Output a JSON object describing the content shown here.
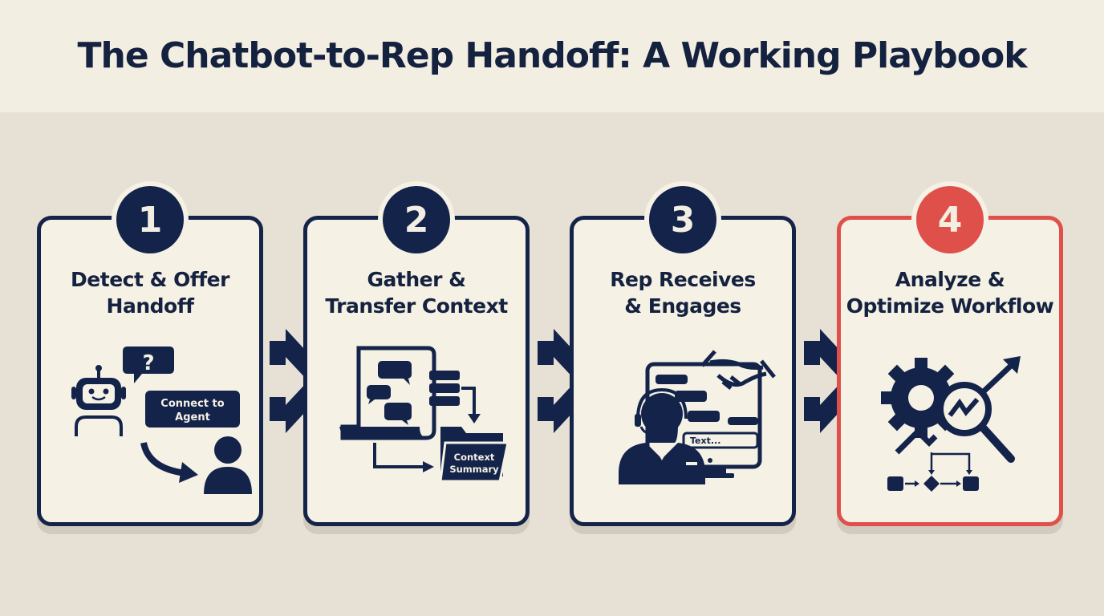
{
  "header": {
    "title": "The Chatbot-to-Rep Handoff: A Working Playbook"
  },
  "colors": {
    "navy": "#14234a",
    "accent_red": "#e0504a",
    "card_bg": "#f5f1e5",
    "page_bg": "#e6e0d5",
    "header_bg": "#f3eee2"
  },
  "steps": [
    {
      "number": "1",
      "title_line1": "Detect & Offer",
      "title_line2": "Handoff",
      "icons": [
        "robot-icon",
        "question-bubble-icon",
        "curved-arrow-icon",
        "person-icon"
      ],
      "button_label_line1": "Connect to",
      "button_label_line2": "Agent"
    },
    {
      "number": "2",
      "title_line1": "Gather &",
      "title_line2": "Transfer Context",
      "icons": [
        "transcript-scroll-icon",
        "chat-bubbles-icon",
        "database-server-icon",
        "arrow-icon",
        "folder-icon"
      ],
      "folder_label_line1": "Context",
      "folder_label_line2": "Summary"
    },
    {
      "number": "3",
      "title_line1": "Rep Receives",
      "title_line2": "& Engages",
      "icons": [
        "agent-headset-icon",
        "monitor-chat-icon",
        "handshake-icon"
      ],
      "input_placeholder": "Text..."
    },
    {
      "number": "4",
      "title_line1": "Analyze &",
      "title_line2": "Optimize Workflow",
      "icons": [
        "gear-icon",
        "magnifier-chart-icon",
        "trend-arrow-icon",
        "flowchart-icon"
      ],
      "highlighted": true
    }
  ],
  "connectors": [
    "arrow-right-icon",
    "arrow-right-icon",
    "arrow-right-icon"
  ]
}
